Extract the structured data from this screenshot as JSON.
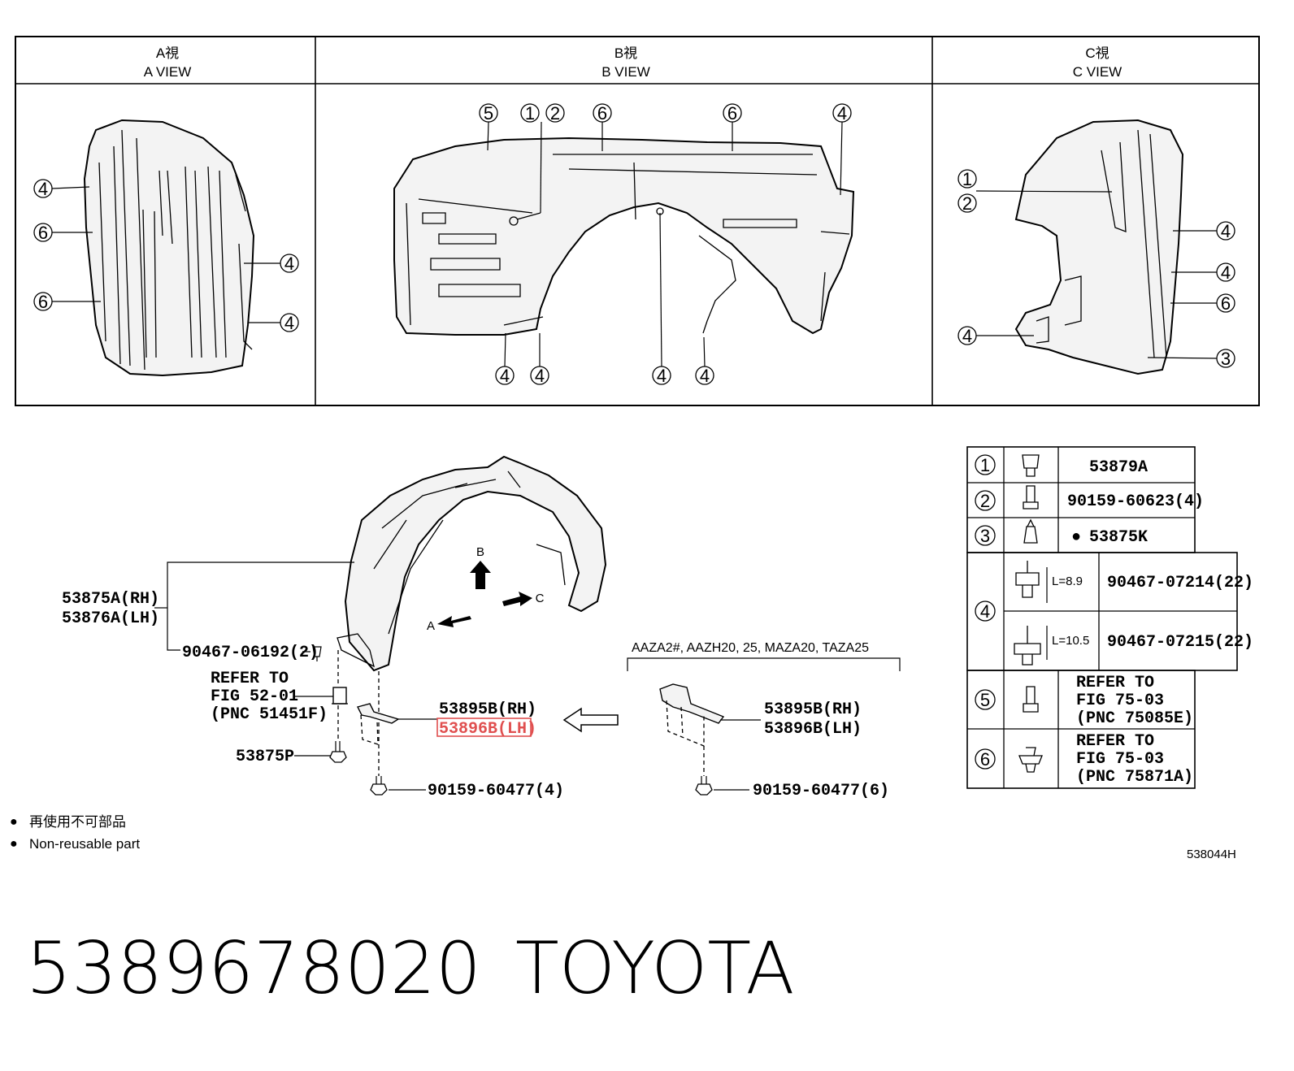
{
  "views": [
    {
      "jp": "A視",
      "en": "A VIEW"
    },
    {
      "jp": "B視",
      "en": "B VIEW"
    },
    {
      "jp": "C視",
      "en": "C VIEW"
    }
  ],
  "callouts": {
    "a_view": [
      "4",
      "6",
      "6",
      "4",
      "4"
    ],
    "b_view": [
      "5",
      "1",
      "2",
      "6",
      "6",
      "4",
      "4",
      "4",
      "4",
      "4"
    ],
    "c_view": [
      "1",
      "2",
      "4",
      "4",
      "6",
      "4",
      "3"
    ]
  },
  "main_labels": {
    "liner_rh": "53875A(RH)",
    "liner_lh": "53876A(LH)",
    "clip_left": "90467-06192(2)",
    "refer_1": "REFER TO",
    "refer_2": "FIG 52-01",
    "refer_3": "(PNC 51451F)",
    "bolt_p": "53875P",
    "bracket_rh": "53895B(RH)",
    "bracket_lh": "53896B(LH)",
    "screw_1": "90159-60477(4)",
    "model_note": "AAZA2#, AAZH20, 25, MAZA20, TAZA25",
    "bracket2_rh": "53895B(RH)",
    "bracket2_lh": "53896B(LH)",
    "screw_2": "90159-60477(6)",
    "arrow_a": "A",
    "arrow_b": "B",
    "arrow_c": "C"
  },
  "legend_table": [
    {
      "num": "1",
      "part": "53879A"
    },
    {
      "num": "2",
      "part": "90159-60623(4)"
    },
    {
      "num": "3",
      "part": "53875K",
      "bullet": "●"
    },
    {
      "num": "4",
      "sub": [
        {
          "dim": "L=8.9",
          "part": "90467-07214(22)"
        },
        {
          "dim": "L=10.5",
          "part": "90467-07215(22)"
        }
      ]
    },
    {
      "num": "5",
      "lines": [
        "REFER TO",
        "FIG 75-03",
        "(PNC 75085E)"
      ]
    },
    {
      "num": "6",
      "lines": [
        "REFER TO",
        "FIG 75-03",
        "(PNC 75871A)"
      ]
    }
  ],
  "notes": {
    "jp": "再使用不可部品",
    "en": "Non-reusable part",
    "bullet": "●"
  },
  "figure_code": "538044H",
  "part_number": "5389678020",
  "brand": "TOYOTA",
  "highlight_color": "#e05050"
}
